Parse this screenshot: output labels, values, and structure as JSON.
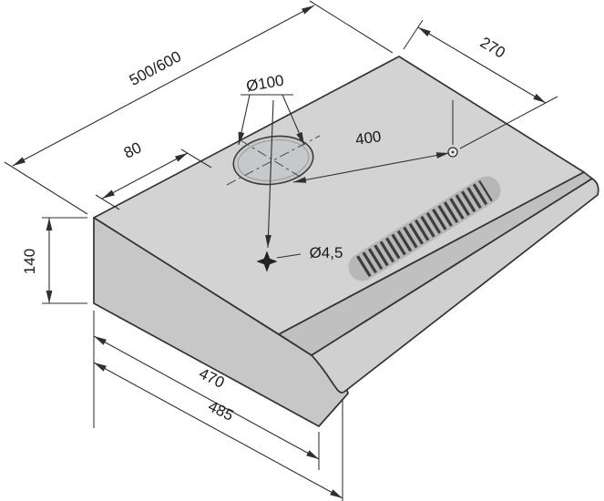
{
  "diagram": {
    "title": "Cooker hood installation dimensions drawing",
    "labels": {
      "width": "500/600",
      "top_right_offset": "270",
      "vent_diameter": "Ø100",
      "vent_offset": "80",
      "hole_spacing": "400",
      "body_height": "140",
      "screw_hole": "Ø4,5",
      "depth_inner": "470",
      "depth_outer": "485"
    },
    "colors": {
      "outline": "#333333",
      "face_top": "#d3d3d3",
      "face_front_band": "#c0c0c0",
      "face_visor": "#c7c7c7",
      "face_lip": "#d0d0d0",
      "vent_fill": "#c6c9ca",
      "grille_ribs": "#3d3d3d",
      "grille_band": "#b7b7b7",
      "hole_fill": "#e9e9e9"
    }
  }
}
